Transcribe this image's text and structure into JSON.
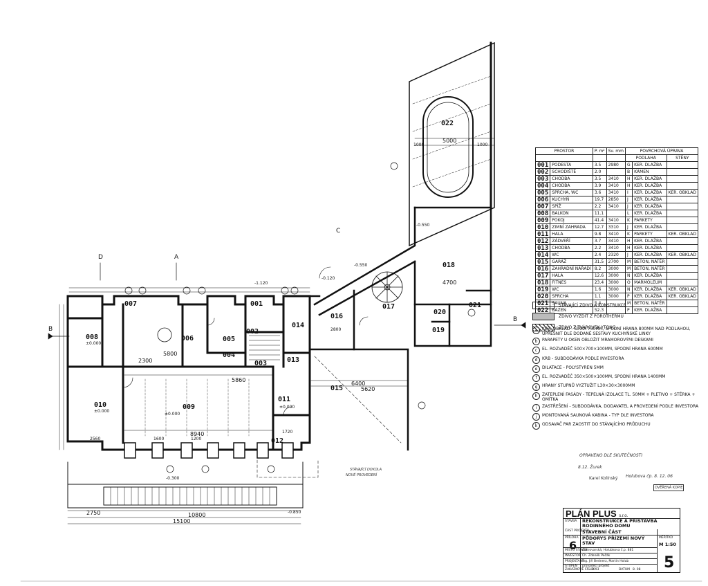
{
  "rooms": [
    {
      "code": "001",
      "name": "PODESTA",
      "area": "3.5",
      "height": "2980",
      "floor_code": "G",
      "floor": "KER. DLAŽBA",
      "wall": ""
    },
    {
      "code": "002",
      "name": "SCHODIŠTĚ",
      "area": "2.0",
      "height": "",
      "floor_code": "B",
      "floor": "KÁMEN",
      "wall": ""
    },
    {
      "code": "003",
      "name": "CHODBA",
      "area": "3.5",
      "height": "3410",
      "floor_code": "H",
      "floor": "KER. DLAŽBA",
      "wall": ""
    },
    {
      "code": "004",
      "name": "CHODBA",
      "area": "3.9",
      "height": "3410",
      "floor_code": "H",
      "floor": "KER. DLAŽBA",
      "wall": ""
    },
    {
      "code": "005",
      "name": "SPRCHA, WC",
      "area": "3.6",
      "height": "3410",
      "floor_code": "I",
      "floor": "KER. DLAŽBA",
      "wall": "KER. OBKLAD"
    },
    {
      "code": "006",
      "name": "KUCHYŇ",
      "area": "19.7",
      "height": "2850",
      "floor_code": "J",
      "floor": "KER. DLAŽBA",
      "wall": ""
    },
    {
      "code": "007",
      "name": "SPÍŽ",
      "area": "2.2",
      "height": "3410",
      "floor_code": "J",
      "floor": "KER. DLAŽBA",
      "wall": ""
    },
    {
      "code": "008",
      "name": "BALKON",
      "area": "11.1",
      "height": "",
      "floor_code": "L",
      "floor": "KER. DLAŽBA",
      "wall": ""
    },
    {
      "code": "009",
      "name": "POKOJ",
      "area": "41.4",
      "height": "3410",
      "floor_code": "K",
      "floor": "PARKETY",
      "wall": ""
    },
    {
      "code": "010",
      "name": "ZIMNÍ ZAHRADA",
      "area": "12.7",
      "height": "3310",
      "floor_code": "J",
      "floor": "KER. DLAŽBA",
      "wall": ""
    },
    {
      "code": "011",
      "name": "HALA",
      "area": "9.8",
      "height": "3410",
      "floor_code": "K",
      "floor": "PARKETY",
      "wall": "KER. OBKLAD"
    },
    {
      "code": "012",
      "name": "ZÁDVEŘÍ",
      "area": "3.7",
      "height": "3410",
      "floor_code": "H",
      "floor": "KER. DLAŽBA",
      "wall": ""
    },
    {
      "code": "013",
      "name": "CHODBA",
      "area": "2.2",
      "height": "3410",
      "floor_code": "H",
      "floor": "KER. DLAŽBA",
      "wall": ""
    },
    {
      "code": "014",
      "name": "WC",
      "area": "2.4",
      "height": "2320",
      "floor_code": "J",
      "floor": "KER. DLAŽBA",
      "wall": "KER. OBKLAD"
    },
    {
      "code": "015",
      "name": "GARÁŽ",
      "area": "31.5",
      "height": "2700",
      "floor_code": "M",
      "floor": "BETON, NÁTĚR",
      "wall": ""
    },
    {
      "code": "016",
      "name": "ZAHRADNÍ NÁŘADÍ",
      "area": "8.2",
      "height": "3000",
      "floor_code": "M",
      "floor": "BETON, NÁTĚR",
      "wall": ""
    },
    {
      "code": "017",
      "name": "HALA",
      "area": "12.6",
      "height": "3000",
      "floor_code": "N",
      "floor": "KER. DLAŽBA",
      "wall": ""
    },
    {
      "code": "018",
      "name": "FITNES",
      "area": "23.4",
      "height": "3000",
      "floor_code": "O",
      "floor": "MARMOLEUM",
      "wall": ""
    },
    {
      "code": "019",
      "name": "WC",
      "area": "1.6",
      "height": "3000",
      "floor_code": "N",
      "floor": "KER. DLAŽBA",
      "wall": "KER. OBKLAD"
    },
    {
      "code": "020",
      "name": "SPRCHA",
      "area": "1.1",
      "height": "3000",
      "floor_code": "P",
      "floor": "KER. DLAŽBA",
      "wall": "KER. OBKLAD"
    },
    {
      "code": "021",
      "name": "SAUNA",
      "area": "5.4",
      "height": "",
      "floor_code": "M",
      "floor": "BETON, NÁTĚR",
      "wall": ""
    },
    {
      "code": "022",
      "name": "BAZEN",
      "area": "52.3",
      "height": "",
      "floor_code": "P",
      "floor": "KER. DLAŽBA",
      "wall": ""
    }
  ],
  "table_headers": {
    "prostor": "PROSTOR",
    "area": "P. m²",
    "height": "Sv. mm",
    "finish": "POVRCHOVÁ ÚPRAVA",
    "floor": "PODLAHA",
    "wall": "STĚNY"
  },
  "legend": [
    {
      "style": "plain",
      "text": "STÁVAJÍCÍ ZDIVO A KONSTRUKCE"
    },
    {
      "style": "brick",
      "text": "ZDIVO VYZDÍT Z POROTHERMU"
    },
    {
      "style": "hatch",
      "text": "ZDIVO Z TVÁROVEK YTONG"
    }
  ],
  "notes": [
    {
      "mark": "a",
      "text": "KER. OBKLAD - ŠÍŘKA 750MM, SPODNÍ HRANA 800MM NAD PODLAHOU, UPŘESNIT DLE DODANÉ SESTAVY KUCHYŇSKÉ LINKY"
    },
    {
      "mark": "b",
      "text": "PARAPETY U OKEN OBLOŽIT MRAMOROVÝMI DESKAMI"
    },
    {
      "mark": "c",
      "text": "EL. ROZVADĚČ 500×700×100MM, SPODNÍ HRANA 600MM"
    },
    {
      "mark": "d",
      "text": "KRB - SUBDODÁVKA PODLE INVESTORA"
    },
    {
      "mark": "e",
      "text": "DILATACE - POLYSTYREN 5MM"
    },
    {
      "mark": "f",
      "text": "EL. ROZVADĚČ 350×500×100MM, SPODNÍ HRANA 1400MM"
    },
    {
      "mark": "g",
      "text": "HRANY STUPNŮ VYZTUŽIT L30×30×3000MM"
    },
    {
      "mark": "h",
      "text": "ZATEPLENÍ FASÁDY - TEPELNÁ IZOLACE TL. 50MM + PLETIVO + STĚRKA + OMÍTKA"
    },
    {
      "mark": "i",
      "text": "ZASTŘEŠENÍ - SUBDODÁVKA, DODAVATEL A PROVEDENÍ PODLE INVESTORA"
    },
    {
      "mark": "j",
      "text": "MONTOVANÁ SAUNOVÁ KABINA - TYP DLE INVESTORA"
    },
    {
      "mark": "k",
      "text": "ODSAVAČ PAR ZAOSTIT DO STÁVAJÍCÍHO PRŮDUCHU"
    }
  ],
  "plan_labels": {
    "r001": "001",
    "r002": "002",
    "r003": "003",
    "r004": "004",
    "r005": "005",
    "r006": "006",
    "r007": "007",
    "r008": "008",
    "r009": "009",
    "r010": "010",
    "r011": "011",
    "r012": "012",
    "r013": "013",
    "r014": "014",
    "r015": "015",
    "r016": "016",
    "r017": "017",
    "r018": "018",
    "r019": "019",
    "r020": "020",
    "r021": "021",
    "r022": "022",
    "section_b": "B",
    "section_a": "A",
    "section_d": "D",
    "section_c": "C",
    "dims": {
      "d15100": "15100",
      "d10800": "10800",
      "d8940": "8940",
      "d5800": "5800",
      "d2300": "2300",
      "d5860": "5860",
      "d2750": "2750",
      "d5000": "5000",
      "d4700": "4700",
      "d6400": "6400",
      "d5620": "5620",
      "d1000a": "1000",
      "d1000b": "1000",
      "d2560": "2560",
      "d1600": "1600",
      "d1200": "1200",
      "d2800": "2800",
      "d1720": "1720"
    },
    "levels": {
      "l0000a": "±0.000",
      "l0000b": "±0.000",
      "l0000c": "±0.000",
      "l0000d": "±0.000",
      "l0300": "-0.300",
      "l0850": "-0.850",
      "l0550a": "-0.550",
      "l0550b": "-0.550",
      "l1120": "-1.120",
      "l0120": "-0.120"
    },
    "notes_hand": {
      "h1": "OPRAVENO DLE SKUTEČNOSTI",
      "h2": "8.12. Žurek",
      "h3": "STÁVAJÍCÍ DOKOLA",
      "h4": "NOVÉ PROVEDENÍ"
    }
  },
  "titleblock": {
    "brand": "PLÁN PLUS",
    "brand_suffix": "s.r.o.",
    "label_akce": "STAVBA",
    "akce": "REKONSTRUKCE A PŘÍSTAVBA RODINNÉHO DOMU",
    "cast": "STAVEBNÍ ČÁST",
    "label_cast": "ČÁST PROJEKTU",
    "cast_no": "6",
    "label_vykres": "PŘÍLOHA",
    "vykres": "PŮDORYS PŘÍZEMÍ NOVÝ STAV",
    "label_meritko": "MĚŘÍTKO",
    "meritko": "M 1:50",
    "label_misto": "MÍSTO STAVBY",
    "misto": "Cukrovarská, Holubkova č.p. 881",
    "label_investor": "INVESTOR",
    "investor": "Ch. Zdeněk Pečák",
    "label_projektant": "PROJEKTANT",
    "projektant": "Ing. Jiří Bednerz, Martin Holub",
    "label_stupen": "STUPEŇ",
    "stupen": "prováděcí projekt",
    "label_datum": "DATUM",
    "datum": "8. 08",
    "label_zakazka": "ZAKÁZKOVÉ ČÍSLO",
    "zakazka": "1093",
    "sheet": "5"
  },
  "stamps": {
    "s1": "Karel Kolínský",
    "s2": "OVĚŘENÁ KOPIE",
    "s3": "Holubova čp. 8. 12. 06"
  }
}
